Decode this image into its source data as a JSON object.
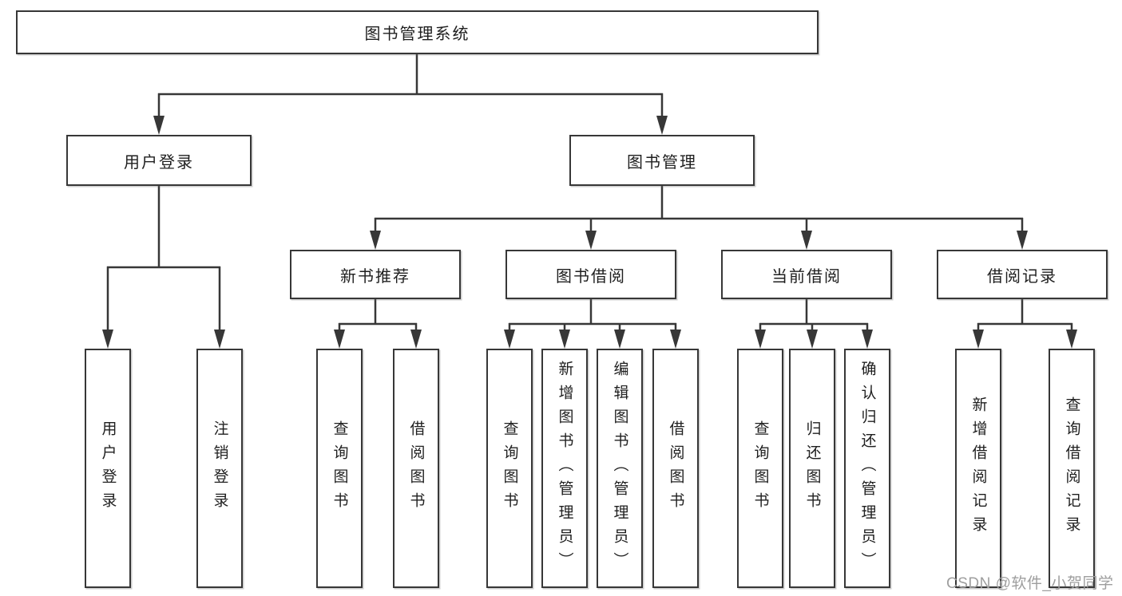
{
  "colors": {
    "line": "#373737",
    "box_border": "#373737",
    "text": "#1f1f1f",
    "watermark": "#9e9e9e",
    "background": "#ffffff"
  },
  "watermark": "CSDN @软件_小贺同学",
  "tree": {
    "root": "图书管理系统",
    "level2": [
      {
        "label": "用户登录",
        "children": [
          "用户登录",
          "注销登录"
        ]
      },
      {
        "label": "图书管理"
      }
    ],
    "level3": [
      {
        "label": "新书推荐",
        "children": [
          "查询图书",
          "借阅图书"
        ]
      },
      {
        "label": "图书借阅",
        "children": [
          "查询图书",
          "新增图书（管理员）",
          "编辑图书（管理员）",
          "借阅图书"
        ]
      },
      {
        "label": "当前借阅",
        "children": [
          "查询图书",
          "归还图书",
          "确认归还（管理员）"
        ]
      },
      {
        "label": "借阅记录",
        "children": [
          "新增借阅记录",
          "查询借阅记录"
        ]
      }
    ]
  }
}
